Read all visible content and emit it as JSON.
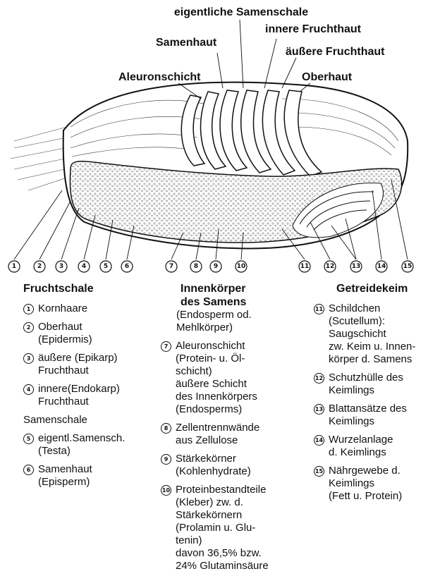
{
  "diagram": {
    "labels": {
      "eigentliche_samenschale": "eigentliche Samenschale",
      "innere_fruchthaut": "innere Fruchthaut",
      "samenhaut": "Samenhaut",
      "aeussere_fruchthaut": "äußere Fruchthaut",
      "aleuronschicht": "Aleuronschicht",
      "oberhaut": "Oberhaut"
    },
    "numbers": [
      "1",
      "2",
      "3",
      "4",
      "5",
      "6",
      "7",
      "8",
      "9",
      "10",
      "11",
      "12",
      "13",
      "14",
      "15"
    ]
  },
  "legend": {
    "fruchtschale": {
      "heading": "Fruchtschale",
      "items": [
        {
          "num": "1",
          "text": "Kornhaare"
        },
        {
          "num": "2",
          "text": "Oberhaut\n(Epidermis)"
        },
        {
          "num": "3",
          "text": "äußere (Epikarp)\nFruchthaut"
        },
        {
          "num": "4",
          "text": "innere(Endokarp)\nFruchthaut"
        }
      ],
      "subheading": "Samenschale",
      "items2": [
        {
          "num": "5",
          "text": "eigentl.Samensch.\n(Testa)"
        },
        {
          "num": "6",
          "text": "Samenhaut\n(Episperm)"
        }
      ]
    },
    "innenkoerper": {
      "heading": "Innenkörper\n des Samens",
      "subtitle": "(Endosperm od.\nMehlkörper)",
      "items": [
        {
          "num": "7",
          "text": "Aleuronschicht\n(Protein- u. Öl-\nschicht)\näußere Schicht\ndes Innenkörpers\n(Endosperms)"
        },
        {
          "num": "8",
          "text": "Zellentrennwände\naus Zellulose"
        },
        {
          "num": "9",
          "text": "Stärkekörner\n(Kohlenhydrate)"
        },
        {
          "num": "10",
          "text": "Proteinbestandteile\n(Kleber) zw. d.\nStärkekörnern\n(Prolamin u. Glu-\ntenin)\ndavon 36,5% bzw.\n24% Glutaminsäure"
        }
      ]
    },
    "getreidekeim": {
      "heading": "Getreidekeim",
      "items": [
        {
          "num": "11",
          "text": "Schildchen\n(Scutellum):\nSaugschicht\nzw. Keim u. Innen-\nkörper d. Samens"
        },
        {
          "num": "12",
          "text": "Schutzhülle des\nKeimlings"
        },
        {
          "num": "13",
          "text": "Blattansätze des\nKeimlings"
        },
        {
          "num": "14",
          "text": "Wurzelanlage\nd. Keimlings"
        },
        {
          "num": "15",
          "text": "Nährgewebe d.\nKeimlings\n(Fett u. Protein)"
        }
      ]
    }
  }
}
